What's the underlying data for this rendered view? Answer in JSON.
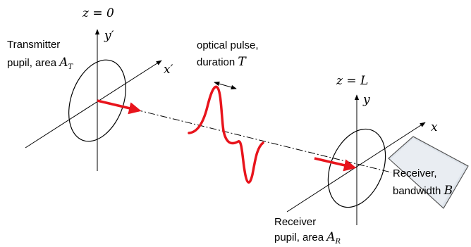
{
  "transmitter": {
    "plane_label": "z = 0",
    "label_line1": "Transmitter",
    "label_line2_prefix": "pupil, area ",
    "area_symbol": "A",
    "area_subscript": "T",
    "axis_x": "x′",
    "axis_y": "y′"
  },
  "receiver": {
    "plane_label": "z = L",
    "label_line1": "Receiver",
    "label_line2_prefix": "pupil, area ",
    "area_symbol": "A",
    "area_subscript": "R",
    "axis_x": "x",
    "axis_y": "y"
  },
  "pulse": {
    "label_line1": "optical pulse,",
    "label_line2_prefix": "duration ",
    "duration_symbol": "T"
  },
  "receiver_box": {
    "line1": "Receiver,",
    "line2_prefix": "bandwidth ",
    "bandwidth_symbol": "B"
  },
  "colors": {
    "beam": "#e8141c",
    "line": "#000000",
    "box_fill": "#dde3ea",
    "box_stroke": "#555555"
  }
}
